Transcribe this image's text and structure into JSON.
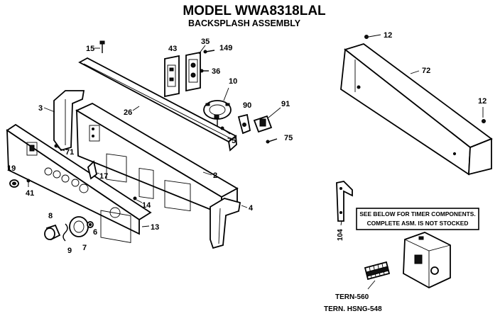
{
  "title": "MODEL WWA8318LAL",
  "subtitle": "BACKSPLASH ASSEMBLY",
  "callouts": {
    "c15": "15",
    "c43": "43",
    "c35": "35",
    "c149": "149",
    "c36": "36",
    "c10": "10",
    "c26": "26",
    "c90": "90",
    "c91": "91",
    "c75a": "75",
    "c75b": "75",
    "c3": "3",
    "c71": "71",
    "c2": "2",
    "c17": "17",
    "c19": "19",
    "c41": "41",
    "c14": "14",
    "c4": "4",
    "c8": "8",
    "c13": "13",
    "c6": "6",
    "c9": "9",
    "c7": "7",
    "c12a": "12",
    "c72": "72",
    "c12b": "12",
    "c104": "104"
  },
  "note": {
    "line1": "SEE BELOW FOR TIMER COMPONENTS.",
    "line2": "COMPLETE ASM. IS NOT STOCKED"
  },
  "timer_parts": {
    "term1": "TERN-560",
    "term2": "TERN. HSNG-548"
  }
}
